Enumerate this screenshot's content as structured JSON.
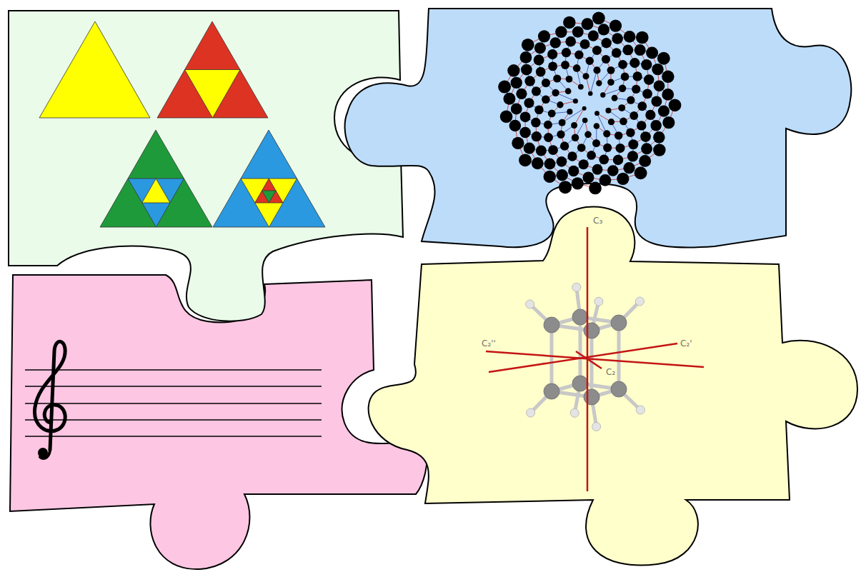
{
  "diagram": {
    "labels": [
      "C₃",
      "C₂''",
      "C₂'",
      "C₂"
    ]
  }
}
